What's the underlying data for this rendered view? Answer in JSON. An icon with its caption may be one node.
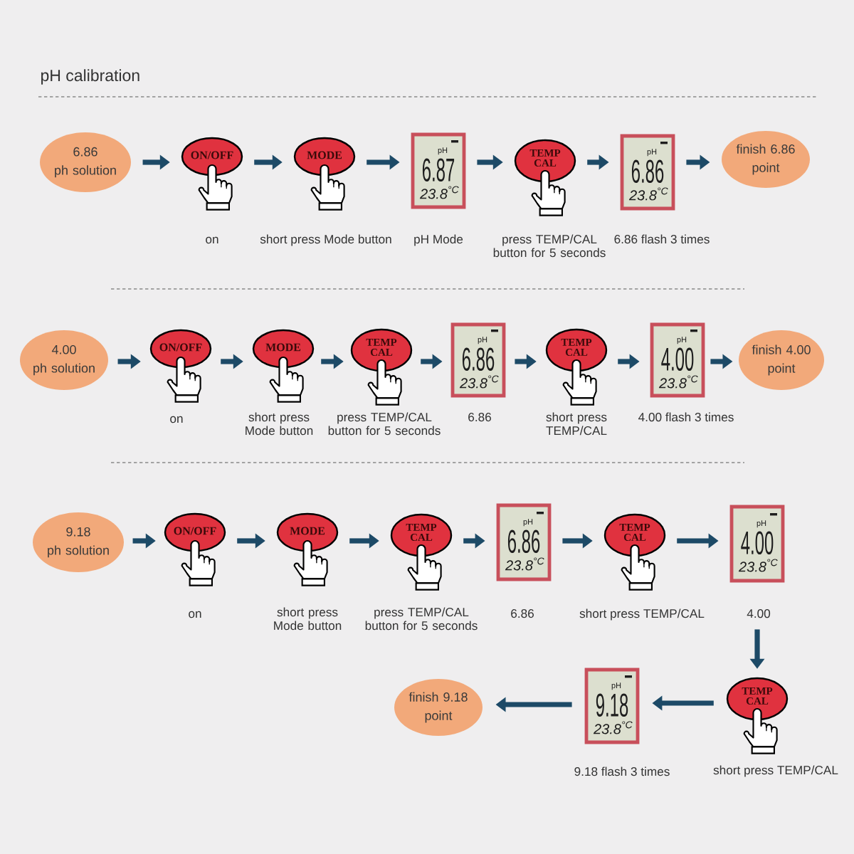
{
  "diagram": {
    "title": "pH calibration",
    "nodes": [
      {
        "text": [
          "6.86 ph solution"
        ]
      },
      {
        "text": [
          "ON/OFF"
        ],
        "beside": [
          "on"
        ]
      },
      {
        "text": [
          "MODE"
        ],
        "beside": [
          "short press Mode button"
        ]
      },
      {
        "text": [
          "pH",
          "6.87",
          "23.8$^{°C}$"
        ],
        "beside": [
          "pH Mode"
        ]
      },
      {
        "text": [
          "TEMP CAL"
        ],
        "beside": [
          "press TEMP/CAL button for 5 seconds"
        ]
      },
      {
        "text": [
          "pH",
          "6.86",
          "23.8$^{°C}$"
        ],
        "beside": [
          "6.86 flash 3 times"
        ]
      },
      {
        "text": [
          "finish 6.86 point"
        ]
      },
      {
        "text": [
          "4.00 ph solution"
        ]
      },
      {
        "text": [
          "ON/OFF"
        ],
        "beside": [
          "on"
        ]
      },
      {
        "text": [
          "MODE"
        ],
        "beside": [
          "short press Mode button"
        ]
      },
      {
        "text": [
          "TEMP CAL"
        ],
        "beside": [
          "press TEMP/CAL button for 5 seconds"
        ]
      },
      {
        "text": [
          "pH",
          "6.86",
          "23.8$^{°C}$"
        ],
        "beside": [
          "6.86"
        ]
      },
      {
        "text": [
          "TEMP CAL"
        ],
        "beside": [
          "short press TEMP/CAL"
        ]
      },
      {
        "text": [
          "pH",
          "4.00",
          "23.8$^{°C}$"
        ],
        "beside": [
          "4.00 flash 3 times"
        ]
      },
      {
        "text": [
          "finish 4.00 point"
        ]
      },
      {
        "text": [
          "9.18 ph solution"
        ]
      },
      {
        "text": [
          "ON/OFF"
        ],
        "beside": [
          "on"
        ]
      },
      {
        "text": [
          "MODE"
        ],
        "beside": [
          "short press Mode button"
        ]
      },
      {
        "text": [
          "TEMP CAL"
        ],
        "beside": [
          "press TEMP/CAL button for 5 seconds"
        ]
      },
      {
        "text": [
          "pH",
          "6.86",
          "23.8$^{°C}$"
        ],
        "beside": [
          "6.86"
        ]
      },
      {
        "text": [
          "TEMP CAL"
        ],
        "beside": [
          "short press TEMP/CAL"
        ]
      },
      {
        "text": [
          "pH",
          "4.00",
          "23.8$^{°C}$"
        ],
        "beside": [
          "4.00"
        ]
      },
      {
        "text": [
          "TEMP CAL"
        ],
        "beside": [
          "short press TEMP/CAL"
        ]
      },
      {
        "text": [
          "pH",
          "9.18",
          "23.8$^{°C}$"
        ],
        "beside": [
          "9.18 flash 3 times"
        ]
      },
      {
        "text": [
          "finish 9.18 point"
        ]
      }
    ],
    "edges": [
      {
        "from": 0,
        "to": 1,
        "arrow": "to"
      },
      {
        "from": 1,
        "to": 2,
        "arrow": "to"
      },
      {
        "from": 2,
        "to": 3,
        "arrow": "to"
      },
      {
        "from": 3,
        "to": 4,
        "arrow": "to"
      },
      {
        "from": 4,
        "to": 5,
        "arrow": "to"
      },
      {
        "from": 5,
        "to": 6,
        "arrow": "to"
      },
      {
        "from": 7,
        "to": 8,
        "arrow": "to"
      },
      {
        "from": 8,
        "to": 9,
        "arrow": "to"
      },
      {
        "from": 9,
        "to": 10,
        "arrow": "to"
      },
      {
        "from": 10,
        "to": 11,
        "arrow": "to"
      },
      {
        "from": 11,
        "to": 12,
        "arrow": "to"
      },
      {
        "from": 12,
        "to": 13,
        "arrow": "to"
      },
      {
        "from": 13,
        "to": 14,
        "arrow": "to"
      },
      {
        "from": 15,
        "to": 16,
        "arrow": "to"
      },
      {
        "from": 16,
        "to": 17,
        "arrow": "to"
      },
      {
        "from": 17,
        "to": 18,
        "arrow": "to"
      },
      {
        "from": 18,
        "to": 19,
        "arrow": "to"
      },
      {
        "from": 19,
        "to": 20,
        "arrow": "to"
      },
      {
        "from": 20,
        "to": 21,
        "arrow": "to"
      },
      {
        "from": 21,
        "to": 22,
        "arrow": "to"
      },
      {
        "from": 22,
        "to": 23,
        "arrow": "to"
      },
      {
        "from": 23,
        "to": 24,
        "arrow": "to"
      }
    ]
  }
}
